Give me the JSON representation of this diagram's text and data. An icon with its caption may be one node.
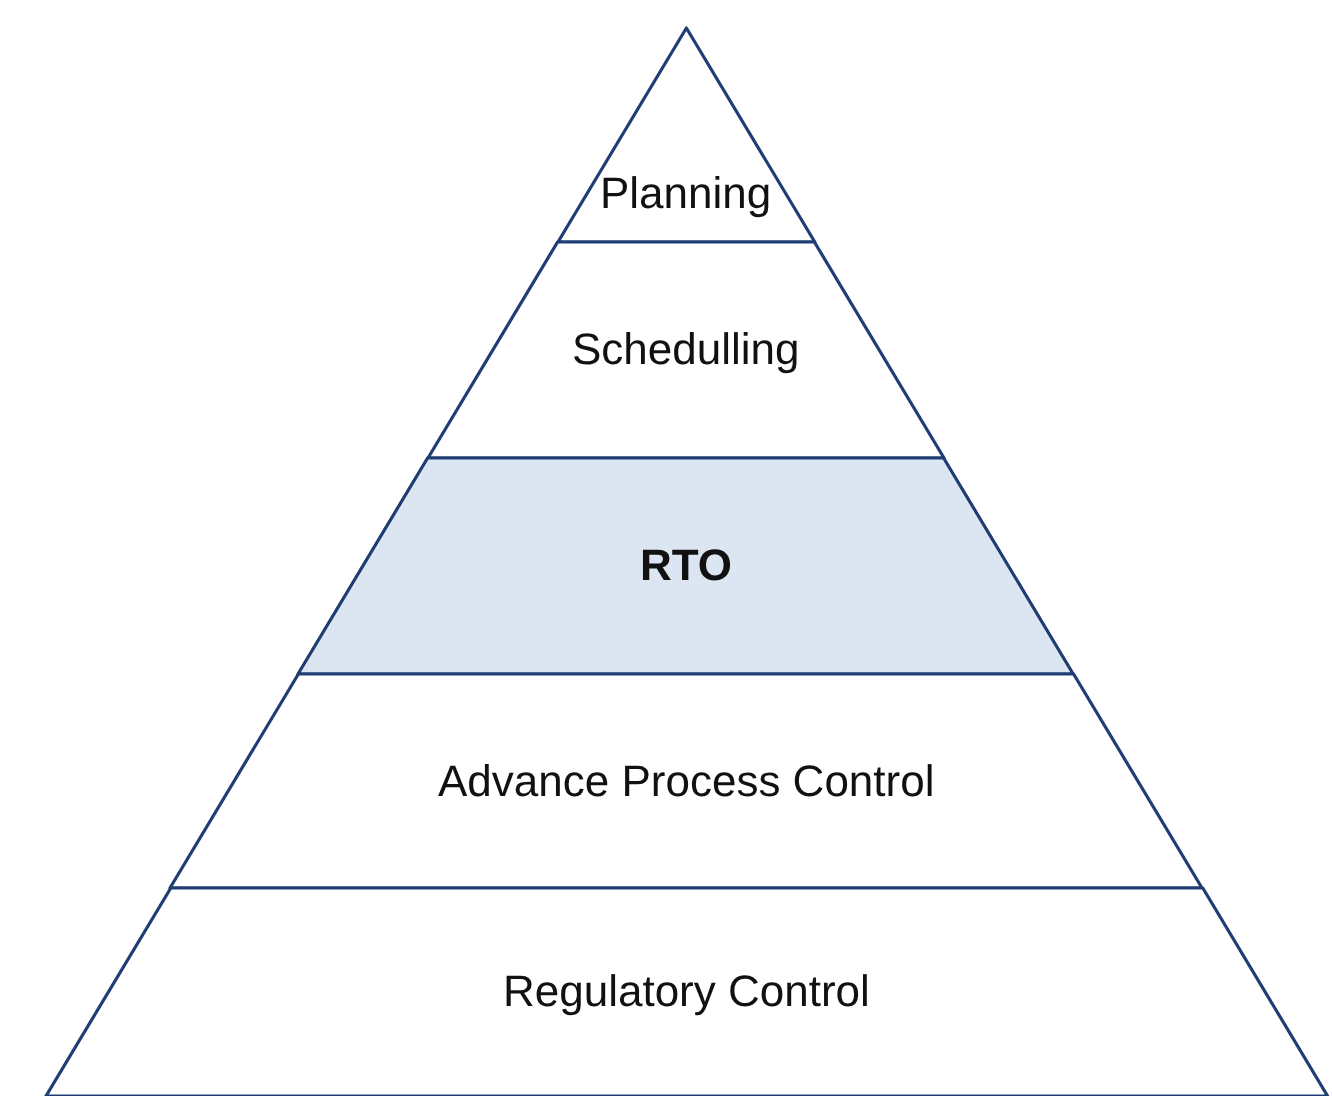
{
  "diagram": {
    "nodes": [
      {
        "text": [
          "Planning"
        ]
      },
      {
        "text": [
          "Schedulling"
        ]
      },
      {
        "text": [
          "RTO"
        ]
      },
      {
        "text": [
          "Advance Process Control"
        ]
      },
      {
        "text": [
          "Regulatory Control"
        ]
      }
    ]
  }
}
